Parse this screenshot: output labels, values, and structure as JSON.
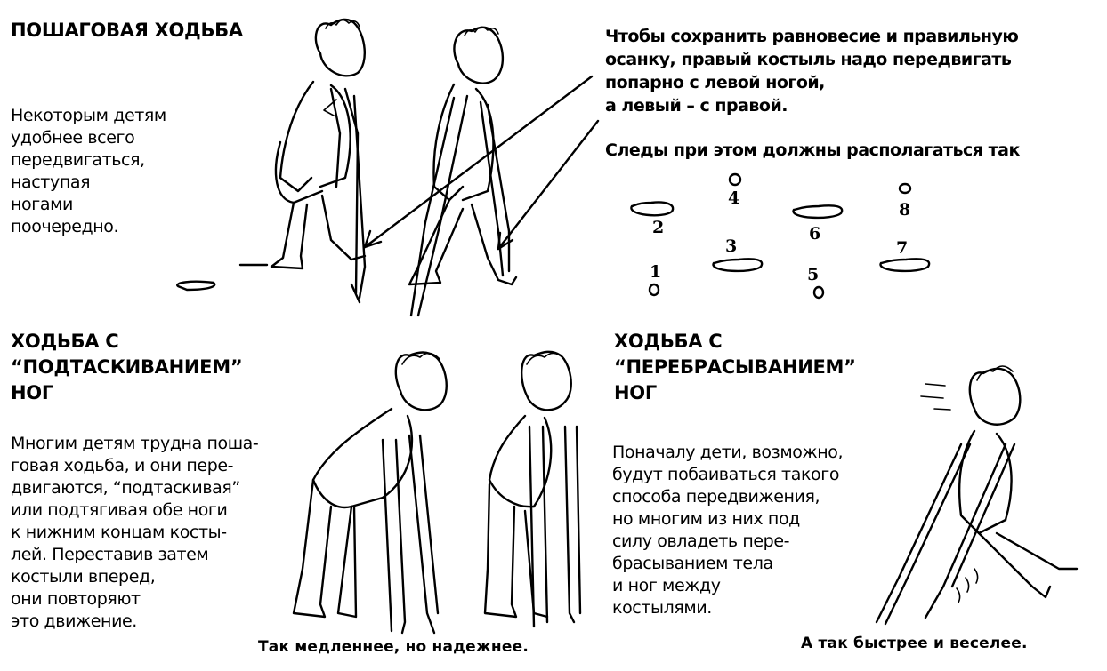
{
  "section_step": {
    "title": "ПОШАГОВАЯ ХОДЬБА",
    "text_lines": [
      "Некоторым детям",
      "удобнее всего",
      "передвигаться,",
      "наступая",
      "ногами",
      "поочередно."
    ]
  },
  "instruction": {
    "lines": [
      "Чтобы сохранить равновесие и правильную",
      "осанку, правый костыль надо передвигать",
      "попарно с левой ногой,",
      "а левый – с правой."
    ],
    "footprints_caption": "Следы при этом должны располагаться так",
    "footprint_numbers": [
      "1",
      "2",
      "3",
      "4",
      "5",
      "6",
      "7",
      "8"
    ]
  },
  "section_drag": {
    "title_lines": [
      "ХОДЬБА С",
      "“ПОДТАСКИВАНИЕМ”",
      "НОГ"
    ],
    "text_lines": [
      "Многим детям трудна поша-",
      "говая ходьба, и они пере-",
      "двигаются, “подтаскивая”",
      "или подтягивая обе ноги",
      "к нижним концам косты-",
      "лей. Переставив затем",
      "костыли вперед,",
      "они повторяют",
      "это движение."
    ],
    "caption": "Так медленнее, но надежнее."
  },
  "section_swing": {
    "title_lines": [
      "ХОДЬБА С",
      "“ПЕРЕБРАСЫВАНИЕМ”",
      "НОГ"
    ],
    "text_lines": [
      "Поначалу дети, возможно,",
      "будут побаиваться такого",
      "способа передвижения,",
      "но многим из них под",
      "силу овладеть пере-",
      "брасыванием тела",
      "и ног между",
      "костылями."
    ],
    "caption": "А так быстрее и веселее."
  }
}
